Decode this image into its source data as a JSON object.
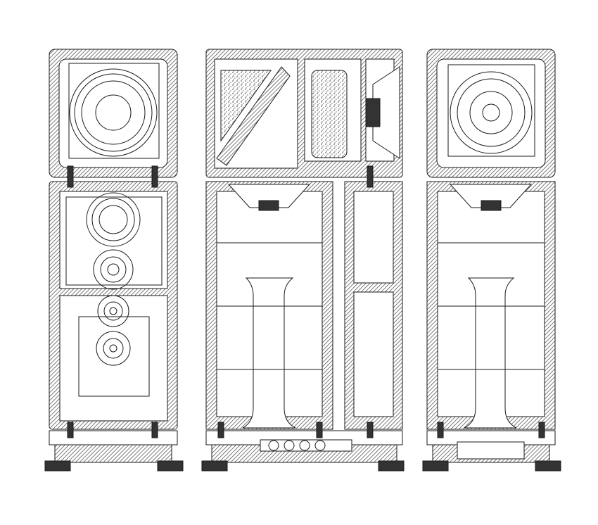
{
  "diagram": {
    "views": [
      {
        "id": "front",
        "drivers": [
          "woofer",
          "midrange",
          "tweeter",
          "supertweeter",
          "tweeter-lower"
        ]
      },
      {
        "id": "section",
        "drivers": [
          "woofer-side",
          "midwoofer"
        ]
      },
      {
        "id": "rear",
        "drivers": [
          "woofer-rear",
          "midwoofer"
        ]
      }
    ],
    "colors": {
      "line": "#1a1a1a",
      "hatch": "#555555",
      "fill": "#ffffff",
      "foam": "#9a9a9a"
    }
  }
}
